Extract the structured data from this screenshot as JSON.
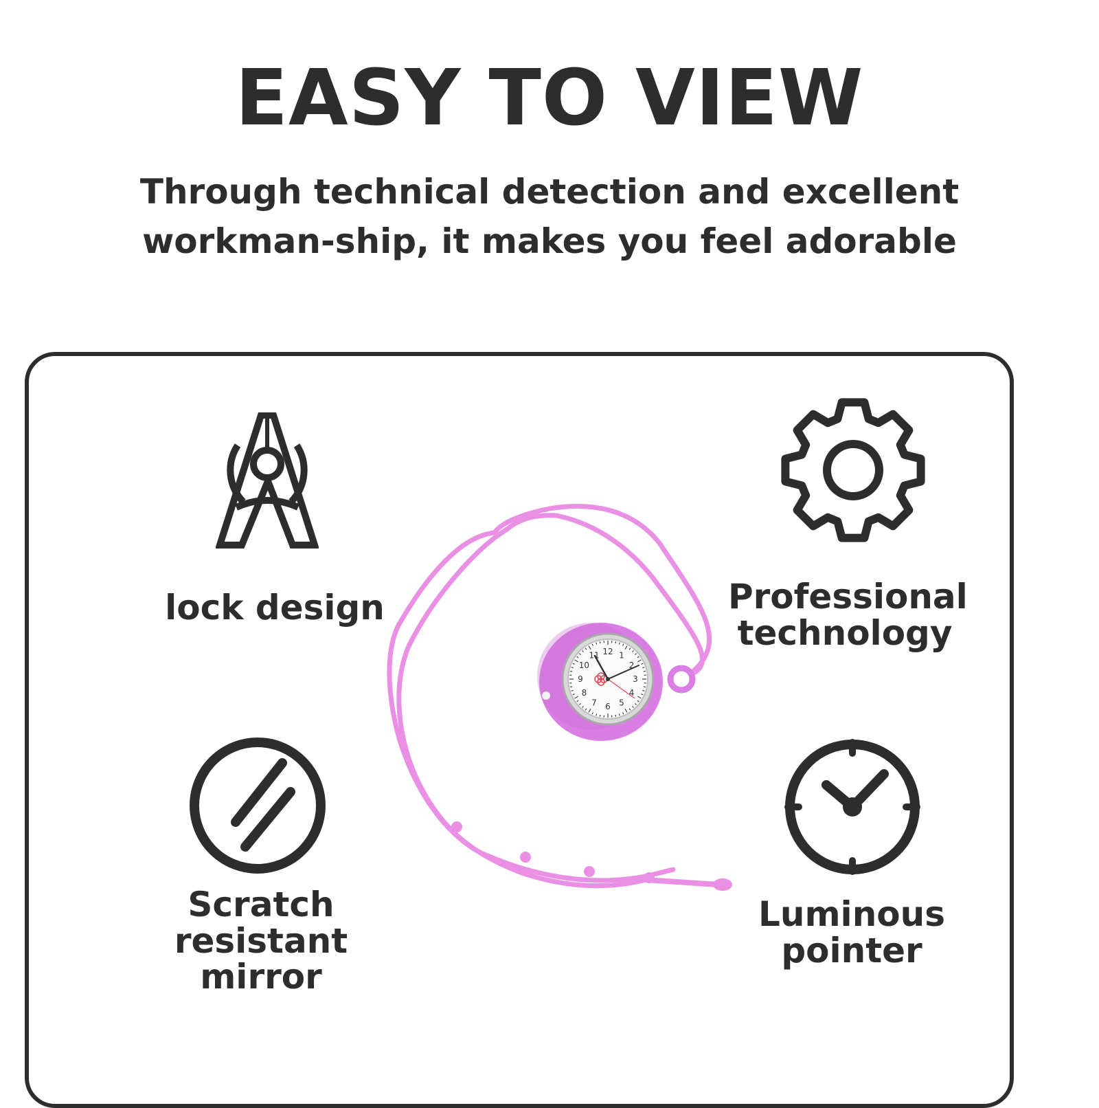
{
  "header": {
    "title": "EASY TO VIEW",
    "subtitle": "Through technical detection and excellent workman-ship, it makes you feel adorable"
  },
  "features": [
    {
      "icon": "compass-icon",
      "label": "lock design"
    },
    {
      "icon": "gear-icon",
      "label": "Professional technology"
    },
    {
      "icon": "scratch-mirror-icon",
      "label": "Scratch resistant mirror"
    },
    {
      "icon": "clock-icon",
      "label": "Luminous pointer"
    }
  ],
  "product": {
    "image": "pink-silicone-nurse-fob-watch",
    "strap_color": "#e990e4",
    "case_color": "#d97ee3",
    "dial_numbers": [
      "12",
      "1",
      "2",
      "3",
      "4",
      "5",
      "6",
      "7",
      "8",
      "9",
      "10",
      "11"
    ]
  },
  "colors": {
    "text": "#2d2d2d",
    "background": "#ffffff"
  }
}
